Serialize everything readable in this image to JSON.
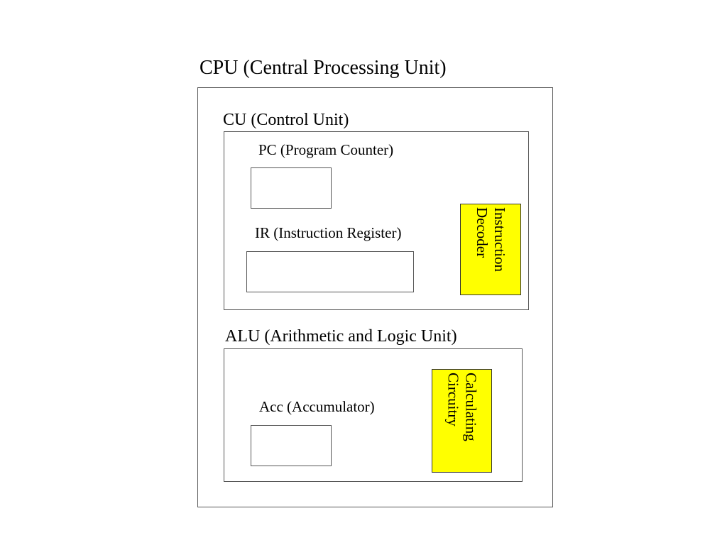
{
  "diagram": {
    "cpu_title": "CPU (Central Processing Unit)",
    "cu_title": "CU (Control Unit)",
    "pc_label": "PC (Program Counter)",
    "ir_label": "IR  (Instruction Register)",
    "decoder_line1": "Instruction",
    "decoder_line2": "Decoder",
    "alu_title": "ALU (Arithmetic and Logic Unit)",
    "acc_label": "Acc  (Accumulator)",
    "calc_line1": "Calculating",
    "calc_line2": "Circuitry"
  },
  "colors": {
    "highlight": "#ffff00",
    "border": "#555555",
    "background": "#ffffff",
    "text": "#000000"
  }
}
